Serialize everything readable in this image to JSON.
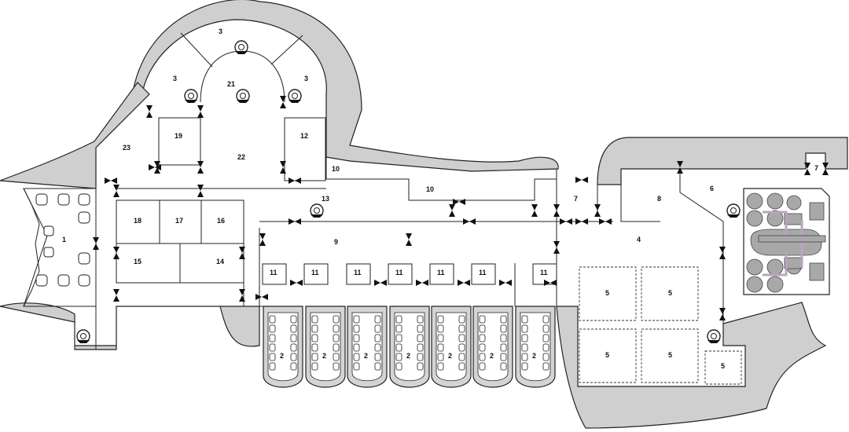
{
  "labels": {
    "room_1": "1",
    "room_2": "2",
    "room_3": "3",
    "room_4": "4",
    "room_5": "5",
    "room_6": "6",
    "room_7": "7",
    "room_8": "8",
    "room_9": "9",
    "room_10": "10",
    "room_11": "11",
    "room_12": "12",
    "room_13": "13",
    "room_14": "14",
    "room_15": "15",
    "room_16": "16",
    "room_17": "17",
    "room_18": "18",
    "room_19": "19",
    "room_21": "21",
    "room_22": "22",
    "room_23": "23"
  },
  "colors": {
    "hull": "#cfcfcf",
    "lines": "#222222",
    "machinery": "#a8a8a8",
    "machinery_accent": "#b8a6c0",
    "background": "#ffffff"
  },
  "icons": [
    "turret-icon",
    "door-icon",
    "seat-icon",
    "reactor-icon"
  ]
}
